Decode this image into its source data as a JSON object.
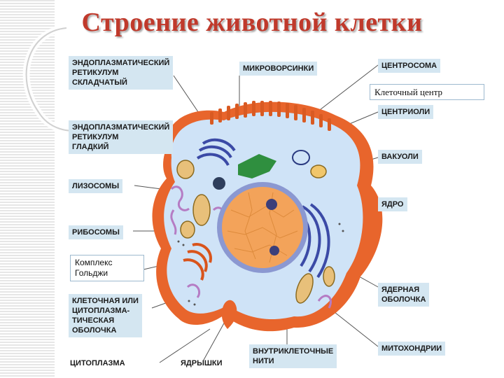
{
  "title": "Строение животной клетки",
  "labels": {
    "er_rough": "ЭНДОПЛАЗМАТИЧЕСКИЙ\nРЕТИКУЛУМ\nСКЛАДЧАТЫЙ",
    "er_smooth": "ЭНДОПЛАЗМАТИЧЕСКИЙ\nРЕТИКУЛУМ\nГЛАДКИЙ",
    "lysosomes": "ЛИЗОСОМЫ",
    "ribosomes": "РИБОСОМЫ",
    "membrane": "КЛЕТОЧНАЯ ИЛИ\nЦИТОПЛАЗМА-\nТИЧЕСКАЯ\nОБОЛОЧКА",
    "cytoplasm": "ЦИТОПЛАЗМА",
    "nucleoli": "ЯДРЫШКИ",
    "microvilli": "МИКРОВОРСИНКИ",
    "centrosome": "ЦЕНТРОСОМА",
    "centrioles": "ЦЕНТРИОЛИ",
    "vacuoles": "ВАКУОЛИ",
    "nucleus": "ЯДРО",
    "nuclear_envelope": "ЯДЕРНАЯ\nОБОЛОЧКА",
    "mitochondria": "МИТОХОНДРИИ",
    "filaments": "ВНУТРИКЛЕТОЧНЫЕ\nНИТИ"
  },
  "notes": {
    "cell_center": "Клеточный центр",
    "golgi": "Комплекс\nГольджи"
  },
  "colors": {
    "title": "#c0392b",
    "label_box": "#d4e6f1",
    "cytoplasm": "#cfe3f7",
    "membrane": "#e8652c",
    "nucleus": "#f3a35a",
    "er": "#3b4aa6",
    "golgi": "#d9541c",
    "mitochondria": "#e8c07a",
    "vesicle": "#c79bd4",
    "chloro_like_green": "#2f8f3f"
  }
}
